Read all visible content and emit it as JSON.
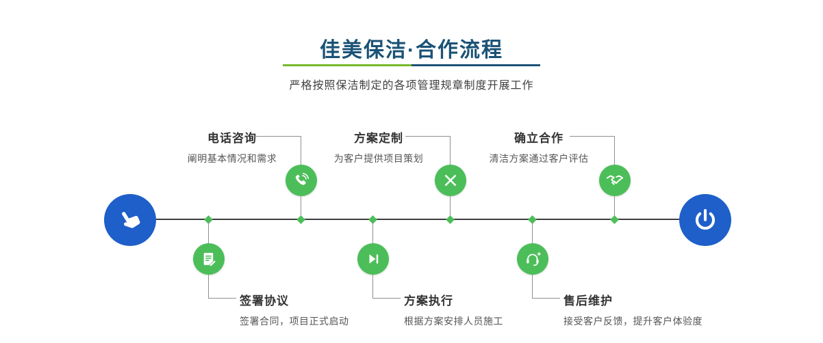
{
  "header": {
    "title": "佳美保洁·合作流程",
    "subtitle": "严格按照保洁制定的各项管理规章制度开展工作"
  },
  "colors": {
    "title": "#1A5276",
    "accent_blue": "#1E5FC9",
    "accent_green": "#4CBE59",
    "divider_green": "#76B82A",
    "divider_blue": "#1A5276",
    "timeline": "#3D3D3D",
    "label_text": "#333333",
    "desc_text": "#555555"
  },
  "steps_top": [
    {
      "label": "电话咨询",
      "desc": "阐明基本情况和需求",
      "icon": "phone-icon"
    },
    {
      "label": "方案定制",
      "desc": "为客户提供项目策划",
      "icon": "design-tools-icon"
    },
    {
      "label": "确立合作",
      "desc": "清洁方案通过客户评估",
      "icon": "handshake-icon"
    }
  ],
  "steps_bottom": [
    {
      "label": "签署协议",
      "desc": "签署合同，项目正式启动",
      "icon": "contract-icon"
    },
    {
      "label": "方案执行",
      "desc": "根据方案安排人员施工",
      "icon": "play-next-icon"
    },
    {
      "label": "售后维护",
      "desc": "接受客户反馈，提升客户体验度",
      "icon": "headset-plus-icon"
    }
  ],
  "endpoints": {
    "start_icon": "hand-pointer-icon",
    "end_icon": "power-icon"
  }
}
